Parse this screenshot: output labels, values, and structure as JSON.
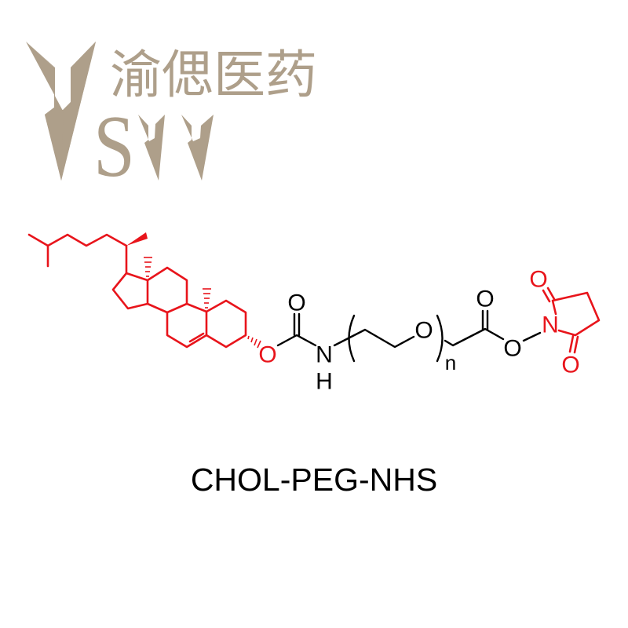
{
  "logo": {
    "brand_name_cn": "渝偲医药",
    "letters": "SYY",
    "color": "#ae9f8a"
  },
  "structure": {
    "colors": {
      "highlight": "#e8141b",
      "default": "#000000"
    },
    "atoms": {
      "ester_o_chol": "O",
      "carbamate_carbonyl_o": "O",
      "amide_n": "N",
      "amide_h": "H",
      "peg_o": "O",
      "repeat_n": "n",
      "acid_carbonyl_o": "O",
      "ester_o_nhs": "O",
      "nhs_n": "N",
      "nhs_o_top": "O",
      "nhs_o_bottom": "O"
    }
  },
  "compound_name": "CHOL-PEG-NHS"
}
